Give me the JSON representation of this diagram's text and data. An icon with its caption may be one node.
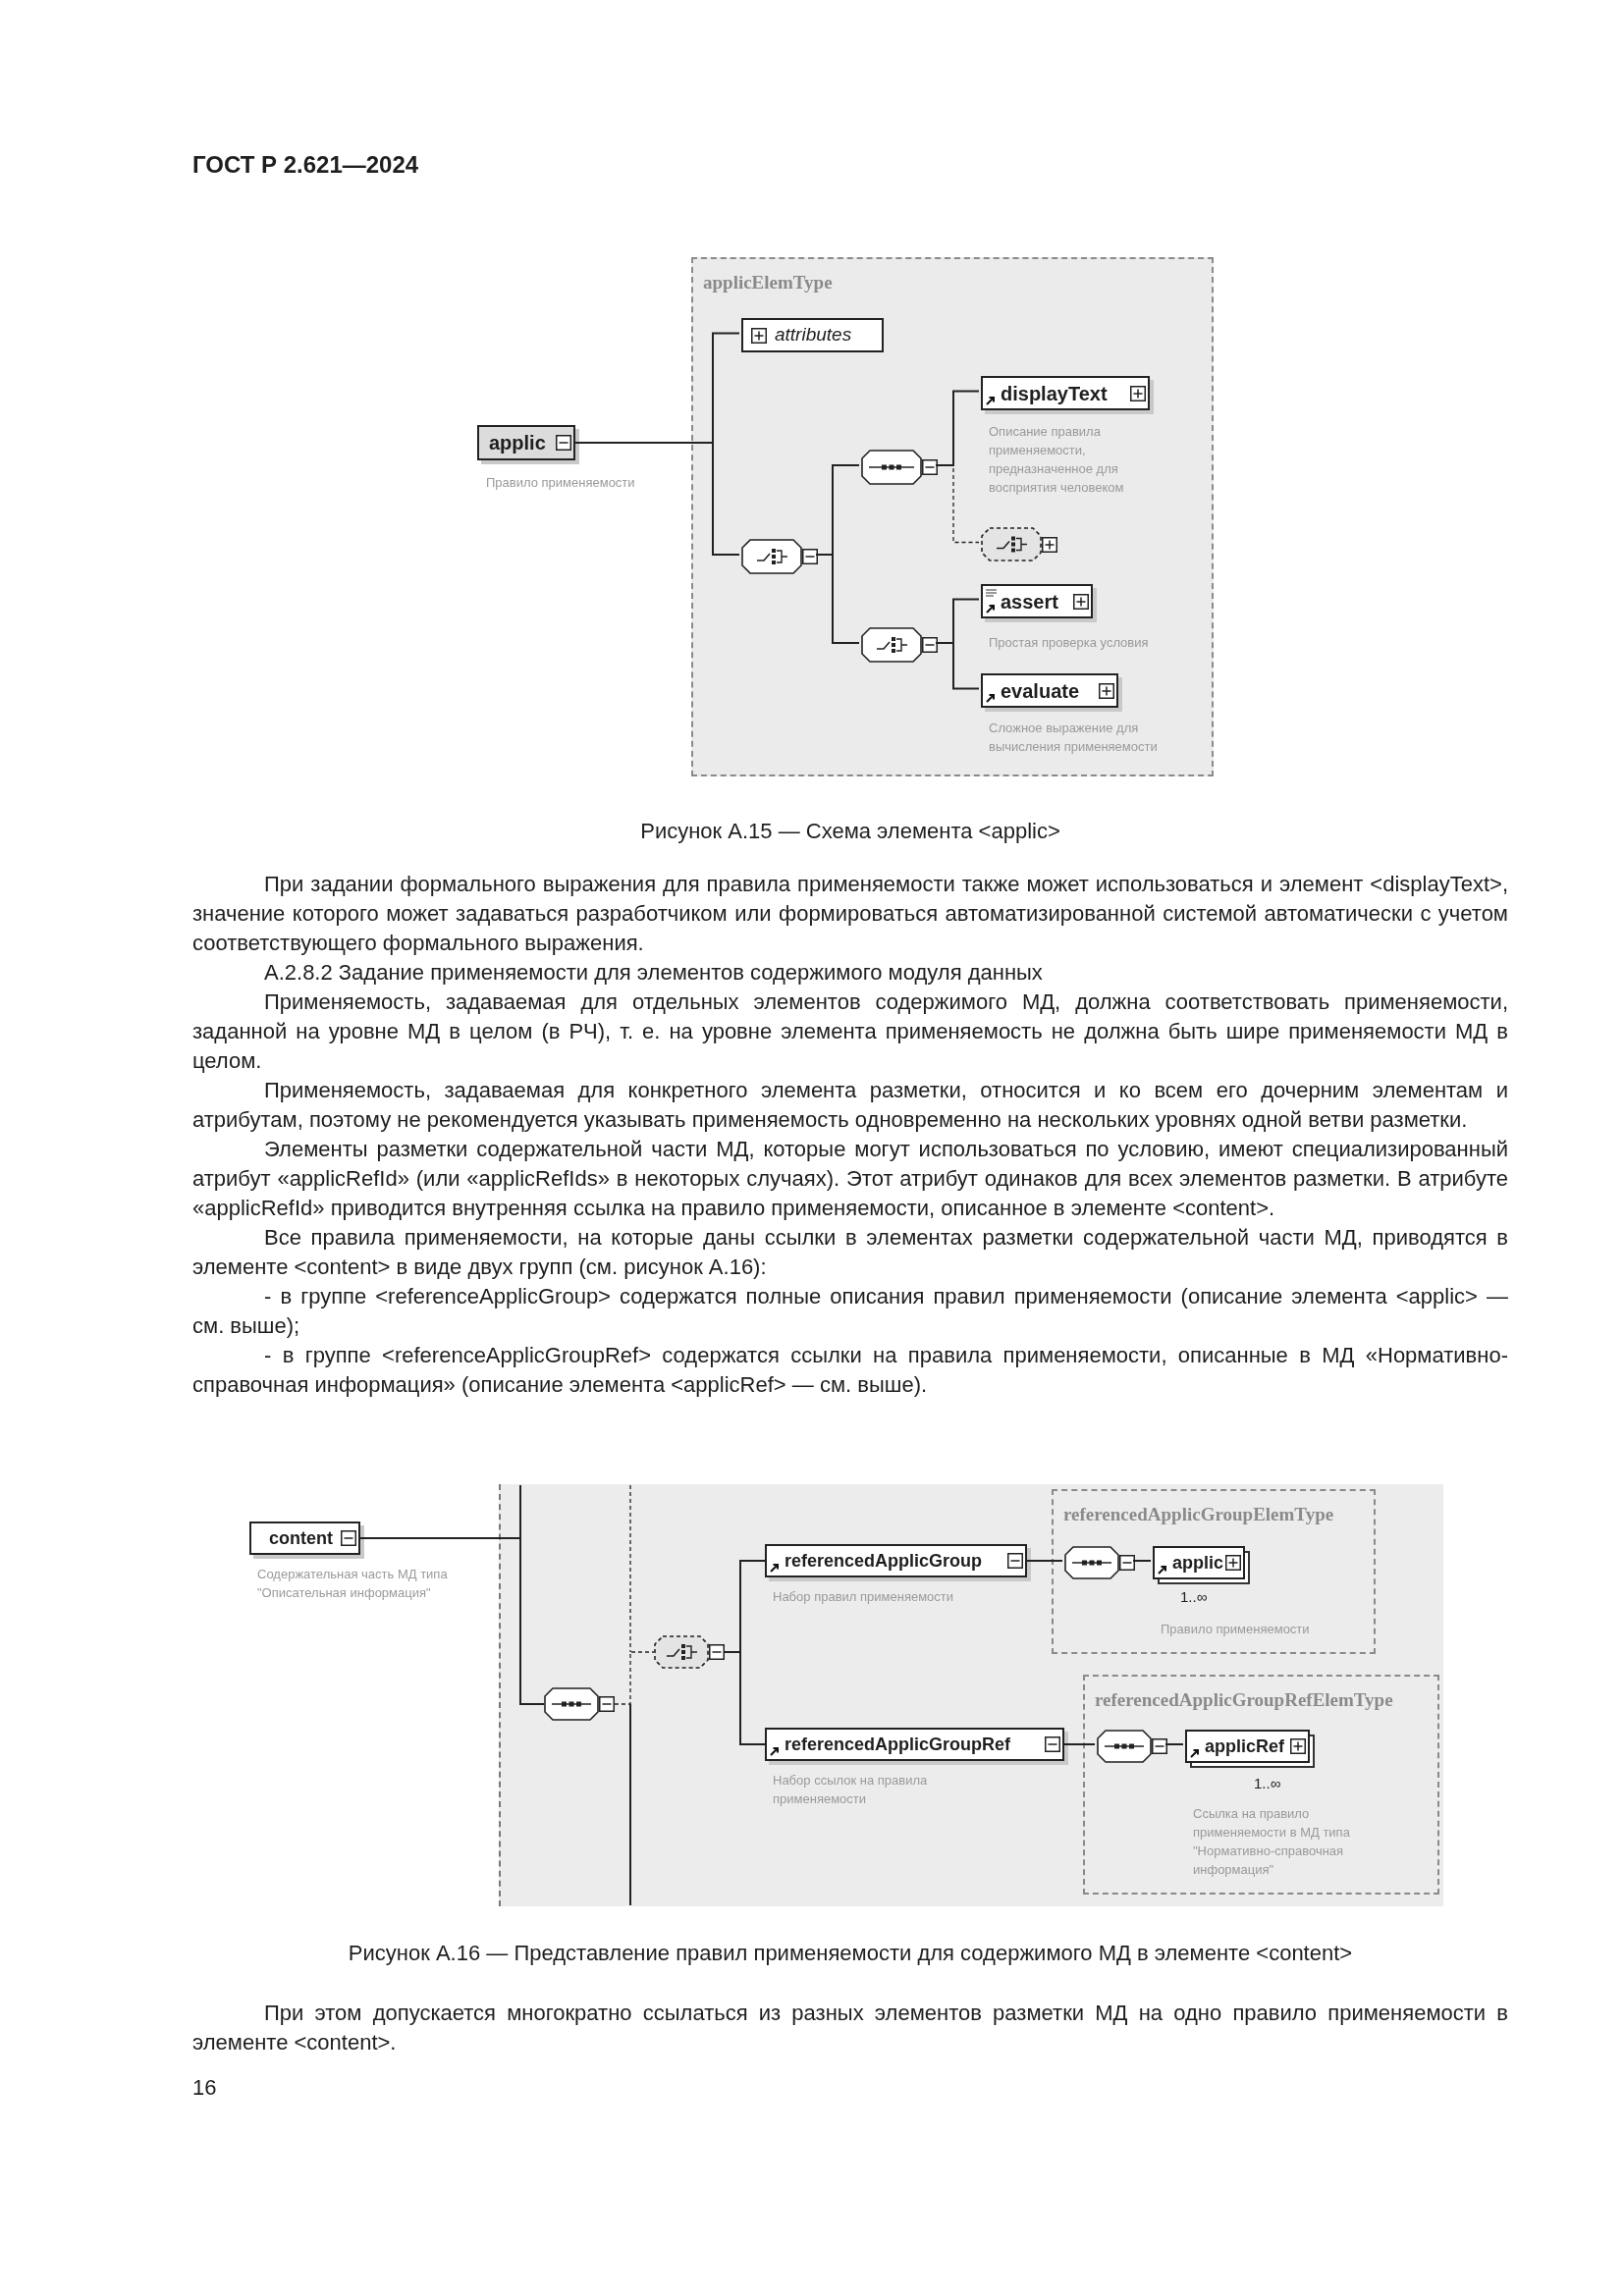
{
  "diagram": {
    "nodes": [
      {
        "text": [
          "applicElemType"
        ]
      },
      {
        "text": [
          "applic"
        ],
        "beside": [
          "Правило применяемости"
        ]
      },
      {
        "text": [
          "attributes"
        ],
        "in": 0
      },
      {
        "text": [],
        "shape": "octagon",
        "in": 0
      },
      {
        "text": [],
        "shape": "octagon",
        "in": 0
      },
      {
        "text": [
          "displayText"
        ],
        "in": 0,
        "beside": [
          "Описание правила применяемости, предназначенное для восприятия человеком"
        ]
      },
      {
        "text": [],
        "shape": "octagon",
        "in": 0
      },
      {
        "text": [],
        "shape": "octagon",
        "in": 0
      },
      {
        "text": [
          "assert"
        ],
        "in": 0,
        "beside": [
          "Простая проверка условия"
        ]
      },
      {
        "text": [
          "evaluate"
        ],
        "in": 0,
        "beside": [
          "Сложное выражение для вычисления применяемости"
        ]
      },
      {
        "text": [
          "content"
        ],
        "beside": [
          "Содержательная часть МД типа \"Описательная информация\""
        ]
      },
      {
        "text": [],
        "shape": "octagon"
      },
      {
        "text": [],
        "shape": "octagon"
      },
      {
        "text": [
          "referencedApplicGroup"
        ],
        "beside": [
          "Набор правил применяемости"
        ]
      },
      {
        "text": [
          "referencedApplicGroupElemType"
        ]
      },
      {
        "text": [],
        "shape": "octagon",
        "in": 14
      },
      {
        "text": [
          "applic"
        ],
        "in": 14,
        "beside": [
          "1..∞",
          "Правило применяемости"
        ]
      },
      {
        "text": [
          "referencedApplicGroupRef"
        ],
        "beside": [
          "Набор ссылок на правила применяемости"
        ]
      },
      {
        "text": [
          "referencedApplicGroupRefElemType"
        ]
      },
      {
        "text": [],
        "shape": "octagon",
        "in": 18
      },
      {
        "text": [
          "applicRef"
        ],
        "in": 18,
        "beside": [
          "1..∞",
          "Ссылка на правило применяемости в МД типа \"Нормативно-справочная информация\""
        ]
      }
    ],
    "edges": [
      {
        "from": 1,
        "to": 2,
        "arrow": "none"
      },
      {
        "from": 1,
        "to": 3,
        "arrow": "none"
      },
      {
        "from": 3,
        "to": 4,
        "arrow": "none"
      },
      {
        "from": 3,
        "to": 7,
        "arrow": "none"
      },
      {
        "from": 4,
        "to": 5,
        "arrow": "none"
      },
      {
        "from": 4,
        "to": 6,
        "arrow": "none",
        "style": "dashed"
      },
      {
        "from": 7,
        "to": 8,
        "arrow": "none"
      },
      {
        "from": 7,
        "to": 9,
        "arrow": "none"
      },
      {
        "from": 10,
        "to": 11,
        "arrow": "none"
      },
      {
        "from": 11,
        "to": 12,
        "arrow": "none",
        "style": "dashed"
      },
      {
        "from": 12,
        "to": 13,
        "arrow": "none"
      },
      {
        "from": 12,
        "to": 17,
        "arrow": "none"
      },
      {
        "from": 13,
        "to": 15,
        "arrow": "none"
      },
      {
        "from": 15,
        "to": 16,
        "arrow": "none"
      },
      {
        "from": 17,
        "to": 19,
        "arrow": "none"
      },
      {
        "from": 19,
        "to": 20,
        "arrow": "none"
      }
    ],
    "labels": [
      "ГОСТ Р 2.621—2024",
      "Рисунок А.15 — Схема элемента <applic>",
      "При задании формального выражения для правила применяемости также может использоваться и элемент <displayText>, значение которого может задаваться разработчиком или формироваться автоматизированной системой автоматически с учетом соответствующего формального выражения.",
      "А.2.8.2 Задание применяемости для элементов содержимого модуля данных",
      "Применяемость, задаваемая для отдельных элементов содержимого МД, должна соответствовать применяемости, заданной на уровне МД в целом (в РЧ), т. е. на уровне элемента применяемость не должна быть шире применяемости МД в целом.",
      "Применяемость, задаваемая для конкретного элемента разметки, относится и ко всем его дочерним элементам и атрибутам, поэтому не рекомендуется указывать применяемость одновременно на нескольких уровнях одной ветви разметки.",
      "Элементы разметки содержательной части МД, которые могут использоваться по условию, имеют специализированный атрибут «applicRefId» (или «applicRefIds» в некоторых случаях). Этот атрибут одинаков для всех элементов разметки. В атрибуте «applicRefId» приводится внутренняя ссылка на правило применяемости, описанное в элементе <content>.",
      "Все правила применяемости, на которые даны ссылки в элементах разметки содержательной части МД, приводятся в элементе <content> в виде двух групп (см. рисунок А.16):",
      "- в группе <referenceApplicGroup> содержатся полные описания правил применяемости (описание элемента <applic> — см. выше);",
      "- в группе <referenceApplicGroupRef> содержатся ссылки на правила применяемости, описанные в МД «Нормативно-справочная информация» (описание элемента <applicRef> — см. выше).",
      "Рисунок А.16 — Представление правил применяемости для содержимого МД в элементе <content>",
      "При этом допускается многократно ссылаться из разных элементов разметки МД на одно правило применяемости в элементе <content>.",
      "16"
    ]
  }
}
